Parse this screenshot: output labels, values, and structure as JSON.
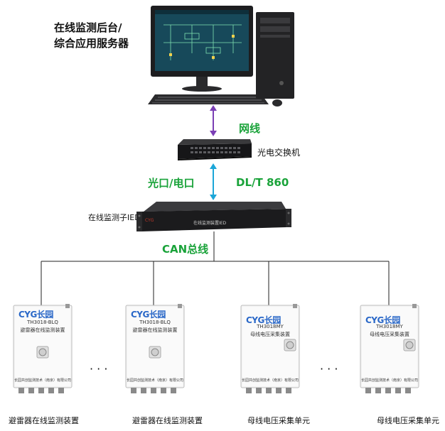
{
  "server": {
    "label_line1": "在线监测后台/",
    "label_line2": "综合应用服务器"
  },
  "links": {
    "network": "网线",
    "switch": "光电交换机",
    "fiber": "光口/电口",
    "protocol": "DL/T 860",
    "ied": "在线监测子IED",
    "ied_panel": "在线监测装置IED",
    "bus": "CAN总线"
  },
  "devices": [
    {
      "brand": "CYG长园",
      "model": "TH3018-BLQ",
      "name": "避雷器在线监测装置",
      "company": "长园共创监测技术（南京）有限公司",
      "caption": "避雷器在线监测装置"
    },
    {
      "brand": "CYG长园",
      "model": "TH3018-BLQ",
      "name": "避雷器在线监测装置",
      "company": "长园共创监测技术（南京）有限公司",
      "caption": "避雷器在线监测装置"
    },
    {
      "brand": "CYG长园",
      "model": "TH3018MY",
      "name": "母线电压采集装置",
      "company": "长园共创监测技术（南京）有限公司",
      "caption": "母线电压采集单元"
    },
    {
      "brand": "CYG长园",
      "model": "TH3018MY",
      "name": "母线电压采集装置",
      "company": "长园共创监测技术（南京）有限公司",
      "caption": "母线电压采集单元"
    }
  ],
  "ellipsis": "· · ·",
  "colors": {
    "network_arrow": "#7b3fb5",
    "fiber_arrow": "#1ca6d8",
    "label_green": "#1aa33a"
  }
}
